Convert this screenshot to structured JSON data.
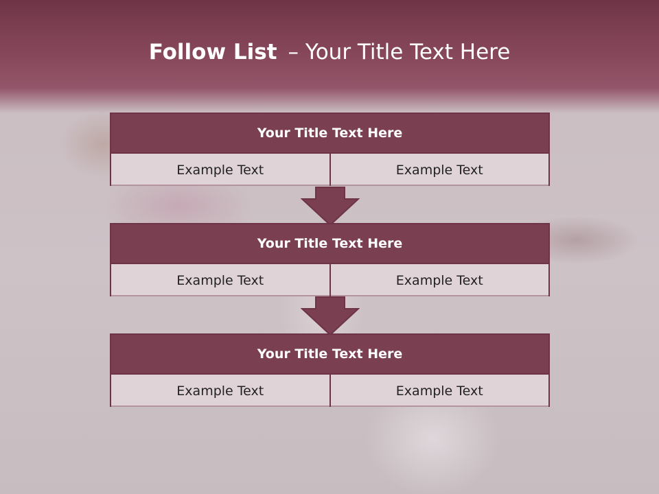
{
  "slide": {
    "title_bold": "Follow List",
    "title_rest": "– Your Title Text Here"
  },
  "blocks": [
    {
      "title": "Your Title Text Here",
      "left": "Example Text",
      "right": "Example Text"
    },
    {
      "title": "Your Title Text Here",
      "left": "Example Text",
      "right": "Example Text"
    },
    {
      "title": "Your Title Text Here",
      "left": "Example Text",
      "right": "Example Text"
    }
  ],
  "colors": {
    "accent": "#7b3f52",
    "border": "#6e3346",
    "cell_fill": "#d0c2c7",
    "header": "#8a4a5d"
  },
  "icons": [
    "down-arrow-icon",
    "down-arrow-icon"
  ]
}
